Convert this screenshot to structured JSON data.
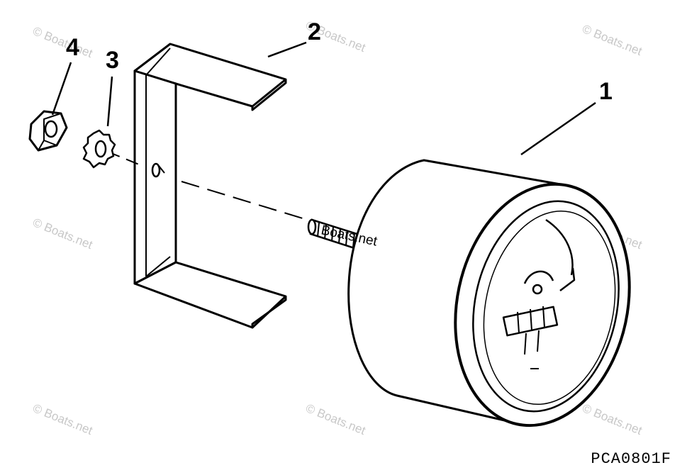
{
  "callouts": [
    "1",
    "2",
    "3",
    "4"
  ],
  "drawing_code": "PCA0801F",
  "watermark": "© Boats.net",
  "watermark_center": "Boats.net"
}
